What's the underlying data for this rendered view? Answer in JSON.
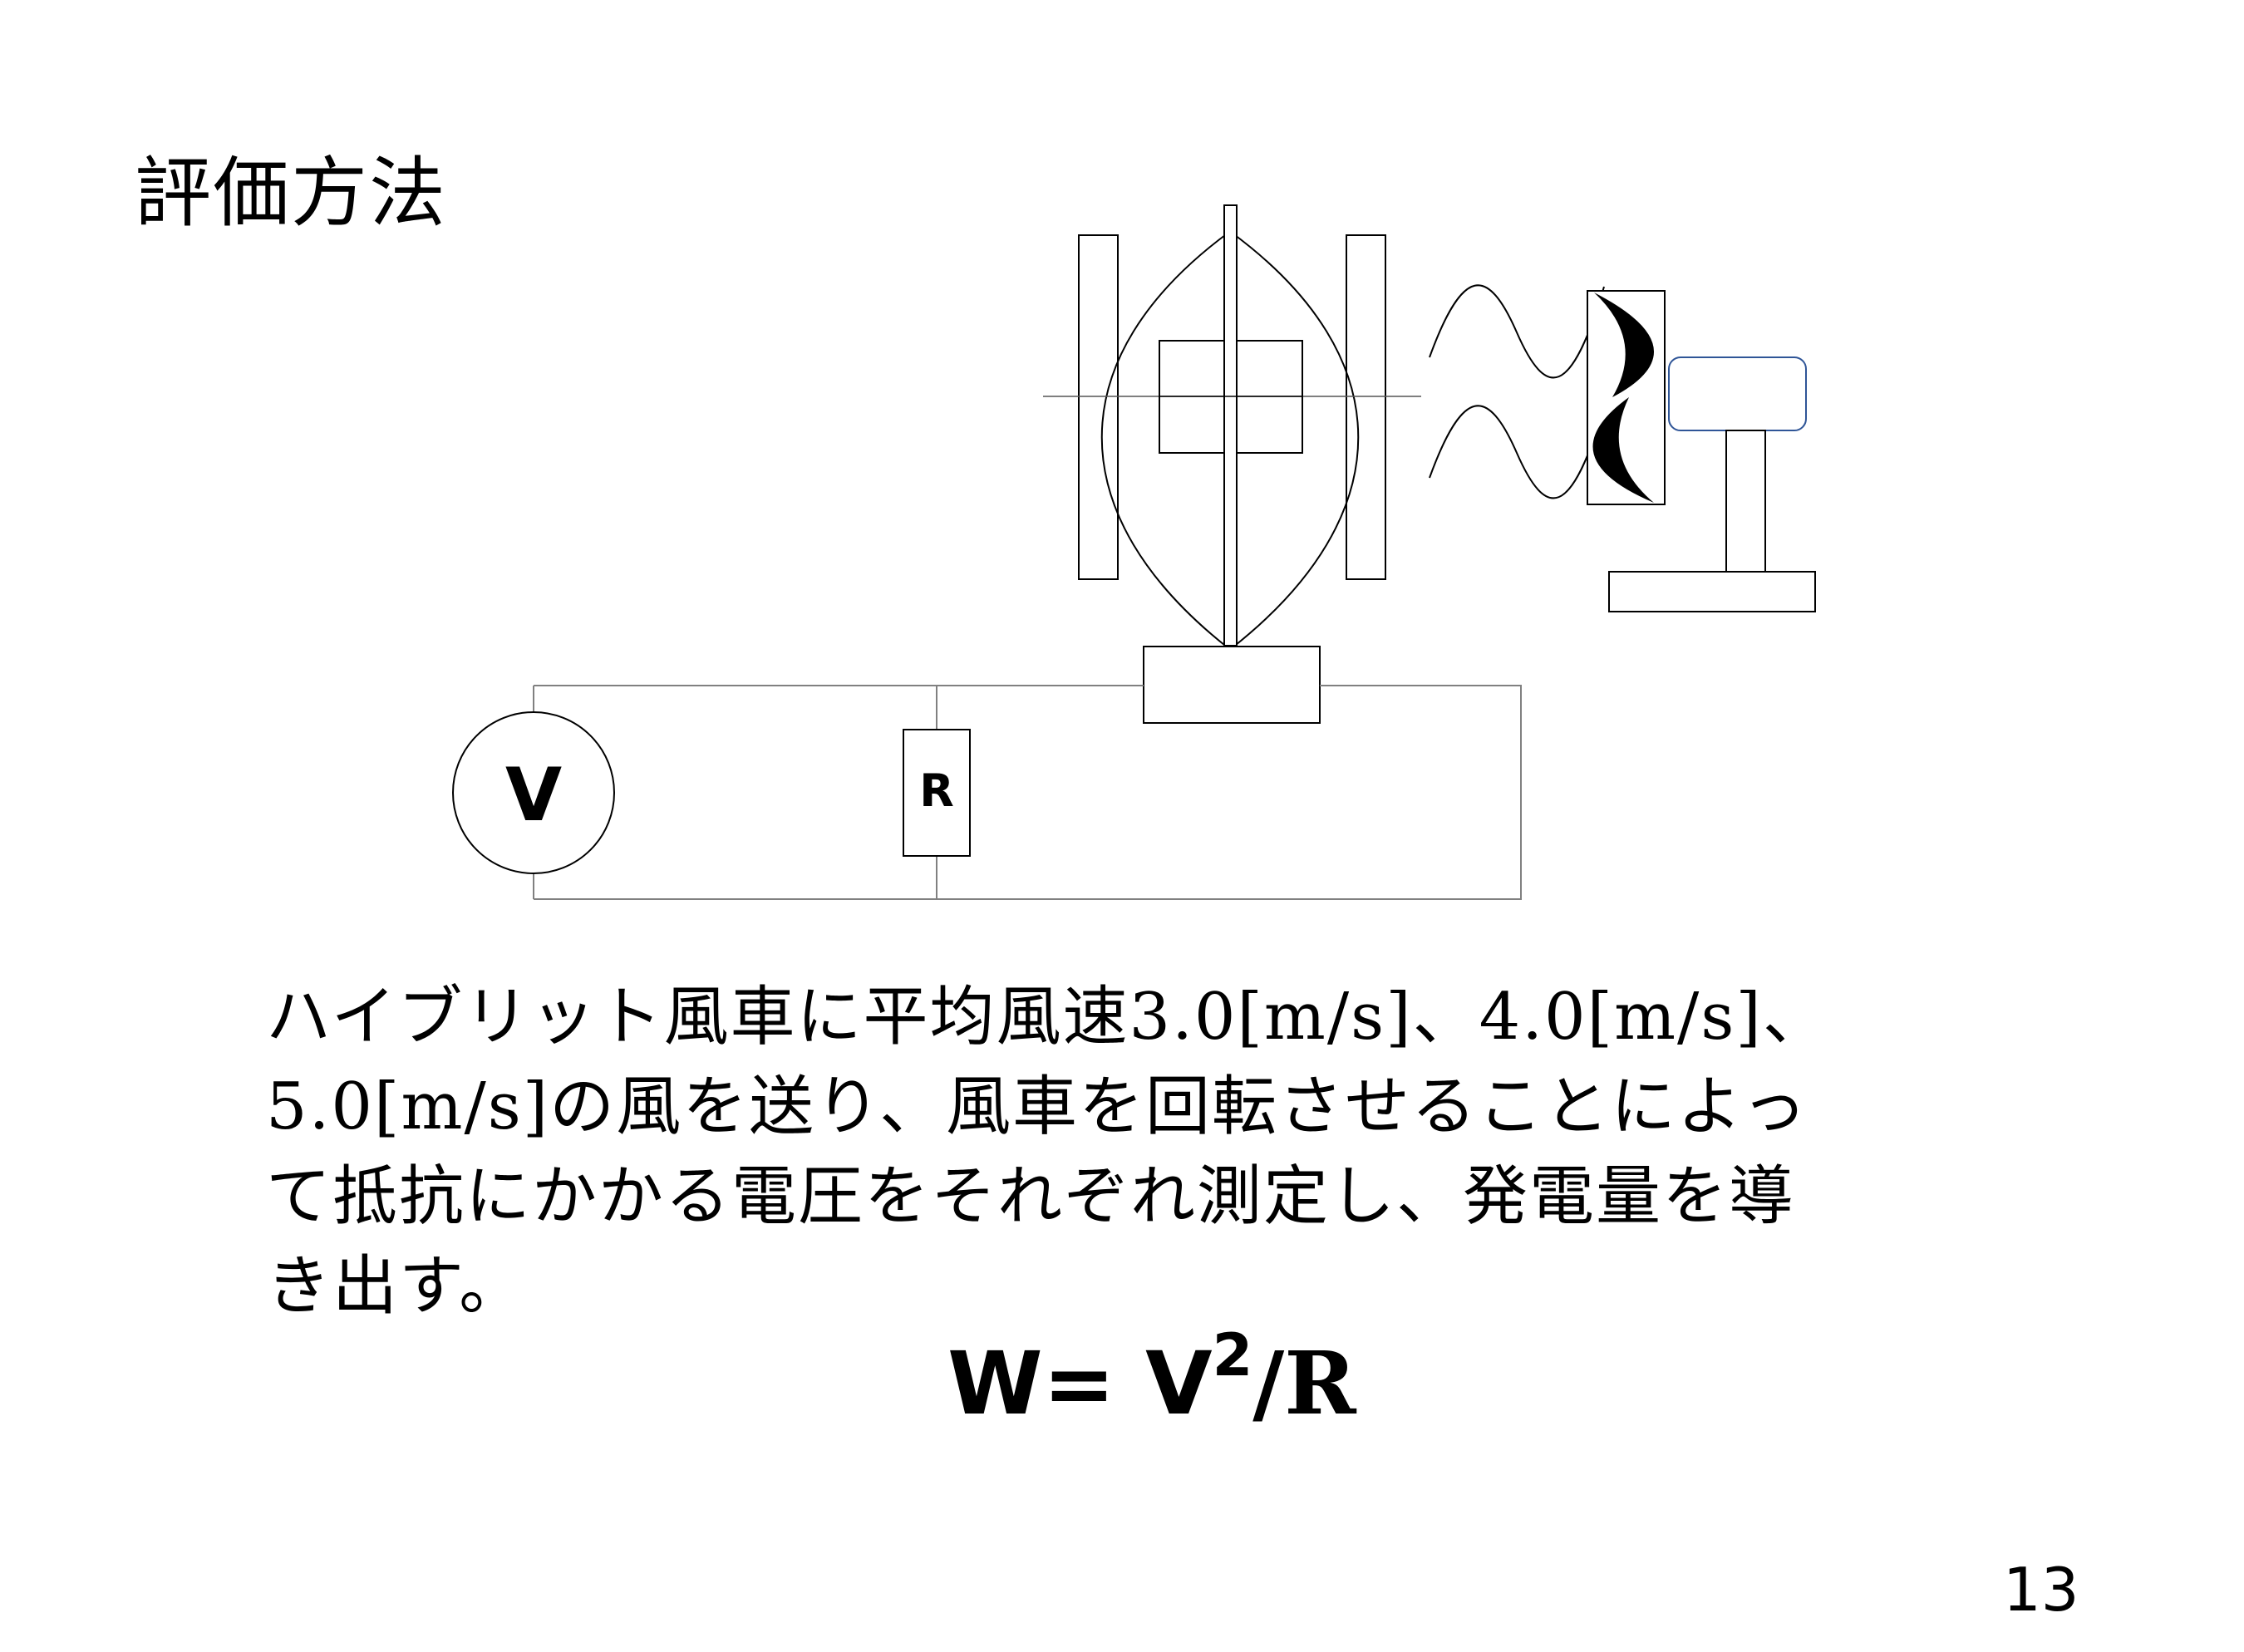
{
  "slide": {
    "title": "評価方法",
    "body_lines": [
      "ハイブリット風車に平均風速3.0[m/s]、4.0[m/s]、",
      "5.0[m/s]の風を送り、風車を回転させることによっ",
      "て抵抗にかかる電圧をそれぞれ測定し、発電量を導",
      "き出す。"
    ],
    "formula": {
      "lhs": "W=",
      "base": "V",
      "exponent": "2",
      "rhs": "/R"
    },
    "page_number": "13"
  },
  "diagram": {
    "voltmeter_label": "V",
    "resistor_label": "R",
    "line_color": "#000000",
    "wire_color": "#808080",
    "fan_outline_color": "#2f5597"
  }
}
